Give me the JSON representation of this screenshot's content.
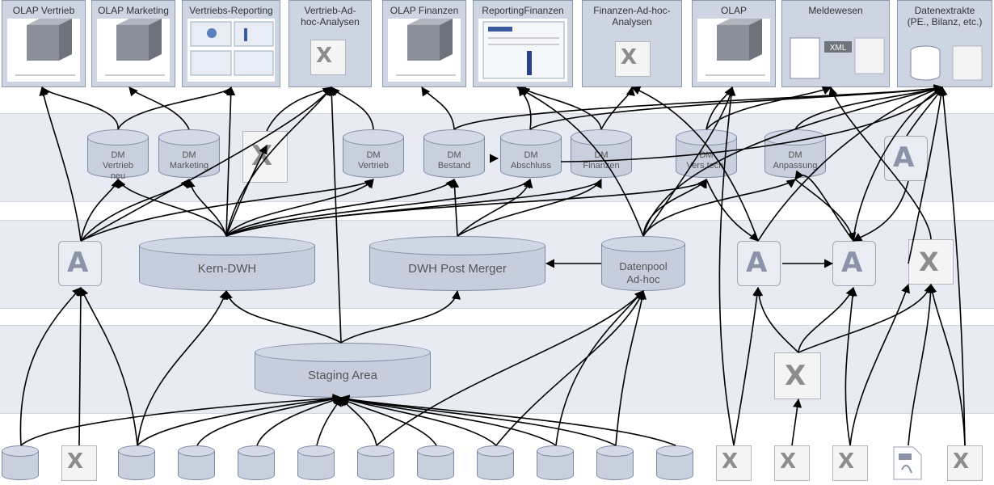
{
  "targets": [
    {
      "label": "OLAP Vertrieb",
      "icon": "olap-cube-icon"
    },
    {
      "label": "OLAP Marketing",
      "icon": "olap-cube-icon"
    },
    {
      "label": "Vertriebs-Reporting",
      "icon": "report-dashboard-icon"
    },
    {
      "label": "Vertrieb-Ad-hoc-Analysen",
      "icon": "excel-files-icon"
    },
    {
      "label": "OLAP Finanzen",
      "icon": "olap-cube-icon"
    },
    {
      "label": "ReportingFinanzen",
      "icon": "report-dashboard-icon"
    },
    {
      "label": "Finanzen-Ad-hoc-Analysen",
      "icon": "excel-files-icon"
    },
    {
      "label": "OLAP",
      "icon": "olap-cube-icon"
    },
    {
      "label": "Meldewesen",
      "icon": "xml-files-icon"
    },
    {
      "label": "Datenextrakte (PE., Bilanz, etc.)",
      "icon": "database-excel-icon"
    }
  ],
  "datamarts": [
    {
      "label": "DM Vertrieb neu"
    },
    {
      "label": "DM Marketing"
    },
    {
      "label": "DM Vertrieb"
    },
    {
      "label": "DM Bestand"
    },
    {
      "label": "DM Abschluss"
    },
    {
      "label": "DM Finanzen"
    },
    {
      "label": "DM Vers.tech."
    },
    {
      "label": "DM Anpassung"
    }
  ],
  "core": {
    "kern_dwh": "Kern-DWH",
    "post_merger": "DWH Post Merger",
    "datenpool": "Datenpool Ad-hoc",
    "staging": "Staging Area"
  },
  "icons": {
    "excel_letter": "X",
    "access_letter": "A",
    "xml_tag": "XML"
  },
  "colors": {
    "band": "#e8ebf2",
    "box": "#cdd5e2",
    "cylinder": "#c8cfdd",
    "line": "#000000"
  }
}
